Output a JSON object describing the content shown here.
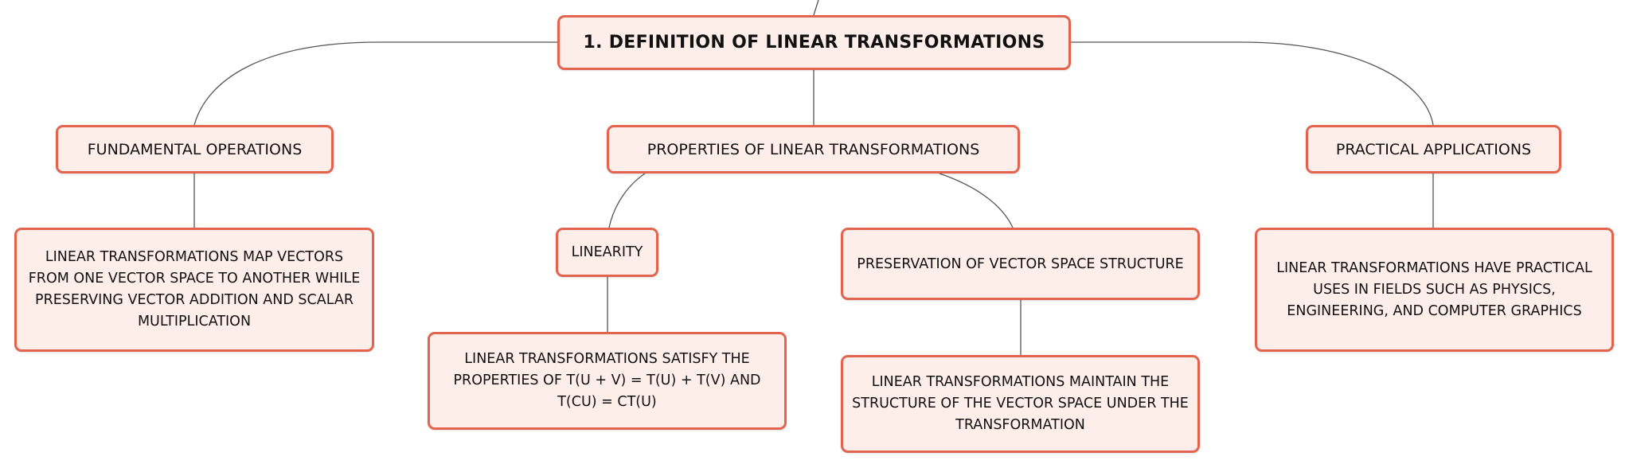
{
  "mindmap": {
    "root": {
      "label": "1. DEFINITION OF LINEAR TRANSFORMATIONS"
    },
    "fundamental_operations": {
      "label": "FUNDAMENTAL OPERATIONS",
      "description": "LINEAR TRANSFORMATIONS MAP VECTORS FROM ONE VECTOR SPACE TO ANOTHER WHILE PRESERVING VECTOR ADDITION AND SCALAR MULTIPLICATION"
    },
    "properties": {
      "label": "PROPERTIES OF LINEAR TRANSFORMATIONS",
      "linearity": {
        "label": "LINEARITY",
        "description": "LINEAR TRANSFORMATIONS SATISFY THE PROPERTIES OF T(U + V) = T(U) + T(V) AND T(CU) = CT(U)"
      },
      "preservation": {
        "label": "PRESERVATION OF VECTOR SPACE STRUCTURE",
        "description": "LINEAR TRANSFORMATIONS MAINTAIN THE STRUCTURE OF THE VECTOR SPACE UNDER THE TRANSFORMATION"
      }
    },
    "practical_applications": {
      "label": "PRACTICAL APPLICATIONS",
      "description": "LINEAR TRANSFORMATIONS HAVE PRACTICAL USES IN FIELDS SUCH AS PHYSICS, ENGINEERING, AND COMPUTER GRAPHICS"
    }
  },
  "colors": {
    "node_border": "#e3644e",
    "node_fill": "#fdeeea",
    "connector": "#555555",
    "text": "#111111"
  }
}
